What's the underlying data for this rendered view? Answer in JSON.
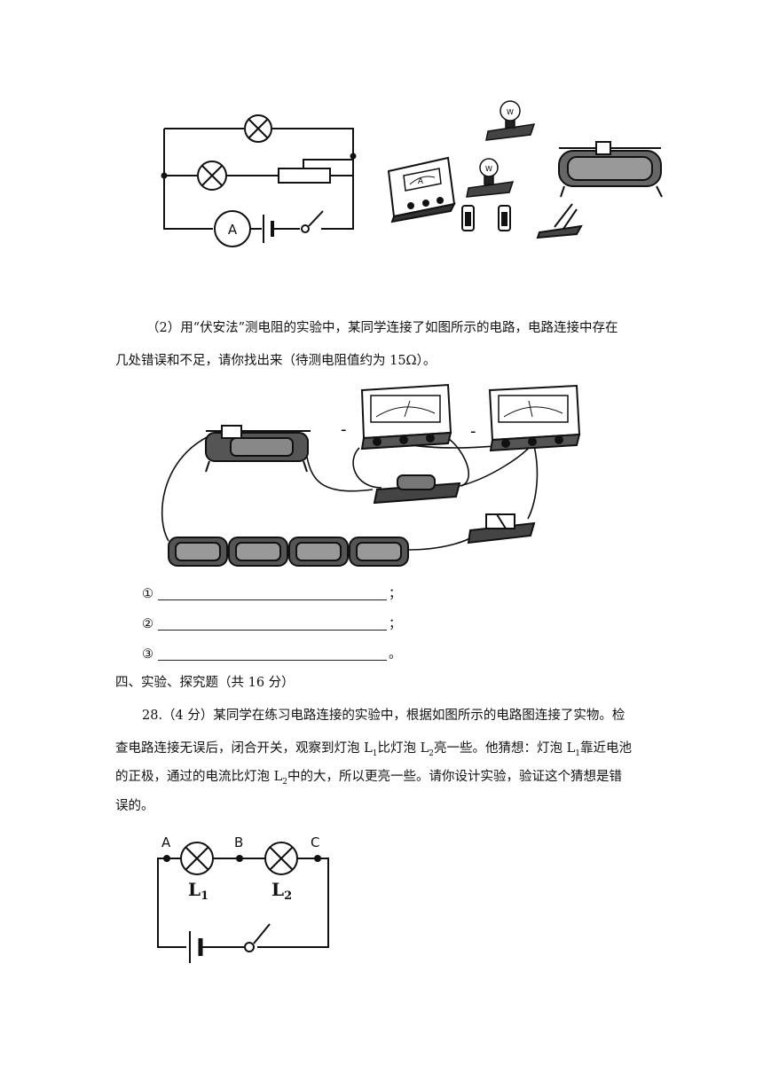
{
  "figure1": {
    "schematic_labels": {
      "ammeter": "A"
    },
    "apparatus_labels": {
      "meter": "A",
      "bulb_top": "W",
      "bulb_mid": "W"
    }
  },
  "question2": {
    "line1": "（2）用“伏安法”测电阻的实验中，某同学连接了如图所示的电路，电路连接中存在",
    "line2": "几处错误和不足，请你找出来（待测电阻值约为 15Ω）。",
    "answers": [
      {
        "marker": "①",
        "end": "；"
      },
      {
        "marker": "②",
        "end": "；"
      },
      {
        "marker": "③",
        "end": "。"
      }
    ]
  },
  "section4": {
    "heading": "四、实验、探究题（共 16 分）"
  },
  "question28": {
    "line1": "28.（4 分）某同学在练习电路连接的实验中，根据如图所示的电路图连接了实物。检",
    "line2_a": "查电路连接无误后，闭合开关，观察到灯泡 L",
    "line2_b": "1",
    "line2_c": "比灯泡 L",
    "line2_d": "2",
    "line2_e": "亮一些。他猜想：灯泡 L",
    "line2_f": "1",
    "line2_g": "靠近电池",
    "line3_a": "的正极，通过的电流比灯泡 L",
    "line3_b": "2",
    "line3_c": "中的大，所以更亮一些。请你设计实验，验证这个猜想是错",
    "line4": "误的。"
  },
  "figure3": {
    "node_labels": [
      "A",
      "B",
      "C"
    ],
    "lamp1_main": "L",
    "lamp1_sub": "1",
    "lamp2_main": "L",
    "lamp2_sub": "2"
  }
}
